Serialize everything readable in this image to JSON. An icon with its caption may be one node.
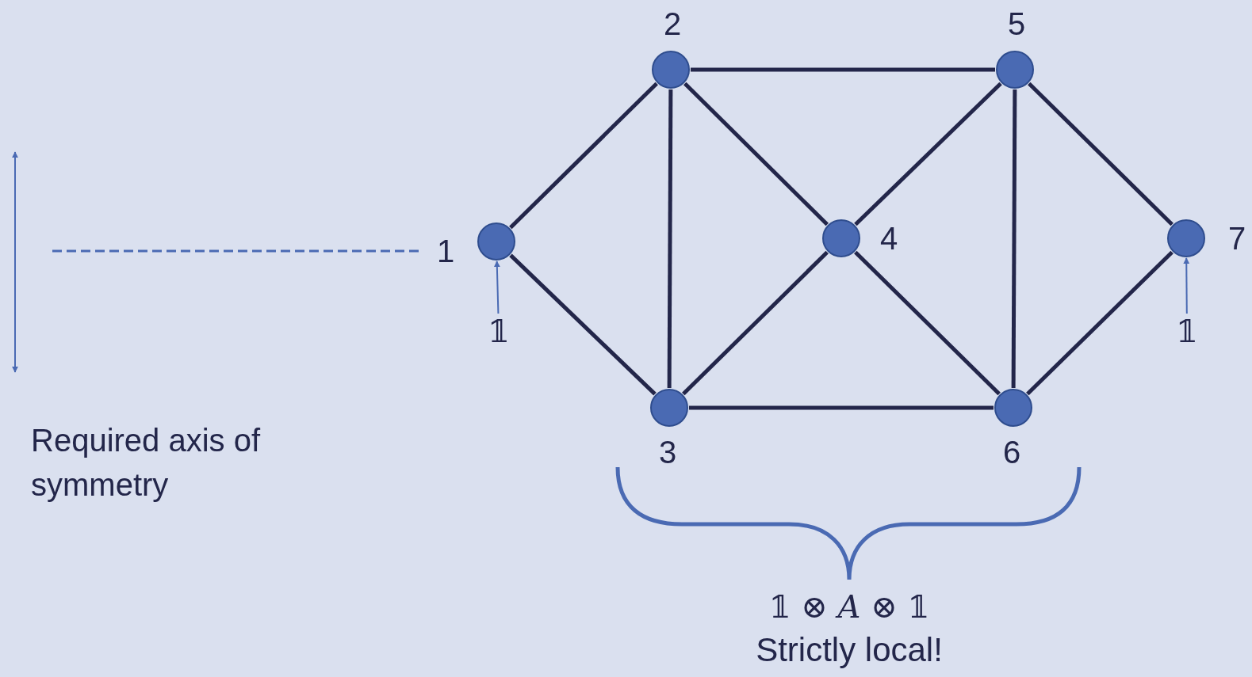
{
  "diagram": {
    "nodes": [
      {
        "text": [],
        "shape": "circle",
        "beside": [
          "1"
        ]
      },
      {
        "text": [],
        "shape": "circle",
        "beside": [
          "2"
        ]
      },
      {
        "text": [],
        "shape": "circle",
        "beside": [
          "3"
        ]
      },
      {
        "text": [],
        "shape": "circle",
        "beside": [
          "4"
        ]
      },
      {
        "text": [],
        "shape": "circle",
        "beside": [
          "5"
        ]
      },
      {
        "text": [],
        "shape": "circle",
        "beside": [
          "6"
        ]
      },
      {
        "text": [],
        "shape": "circle",
        "beside": [
          "7"
        ]
      },
      {
        "text": [
          "𝟙"
        ]
      },
      {
        "text": [
          "𝟙"
        ]
      }
    ],
    "edges": [
      {
        "from": 0,
        "to": 1,
        "arrow": "none"
      },
      {
        "from": 0,
        "to": 2,
        "arrow": "none"
      },
      {
        "from": 1,
        "to": 2,
        "arrow": "none"
      },
      {
        "from": 1,
        "to": 3,
        "arrow": "none"
      },
      {
        "from": 1,
        "to": 4,
        "arrow": "none"
      },
      {
        "from": 2,
        "to": 3,
        "arrow": "none"
      },
      {
        "from": 2,
        "to": 5,
        "arrow": "none"
      },
      {
        "from": 3,
        "to": 4,
        "arrow": "none"
      },
      {
        "from": 3,
        "to": 5,
        "arrow": "none"
      },
      {
        "from": 4,
        "to": 5,
        "arrow": "none"
      },
      {
        "from": 4,
        "to": 6,
        "arrow": "none"
      },
      {
        "from": 5,
        "to": 6,
        "arrow": "none"
      },
      {
        "from": 7,
        "to": 0,
        "arrow": "to",
        "color": "#4a6ab3"
      },
      {
        "from": 8,
        "to": 6,
        "arrow": "to",
        "color": "#4a6ab3"
      }
    ],
    "labels": [
      "Required axis of symmetry",
      "𝟙 ⊗ *A* ⊗ 𝟙",
      "Strictly local!"
    ]
  }
}
